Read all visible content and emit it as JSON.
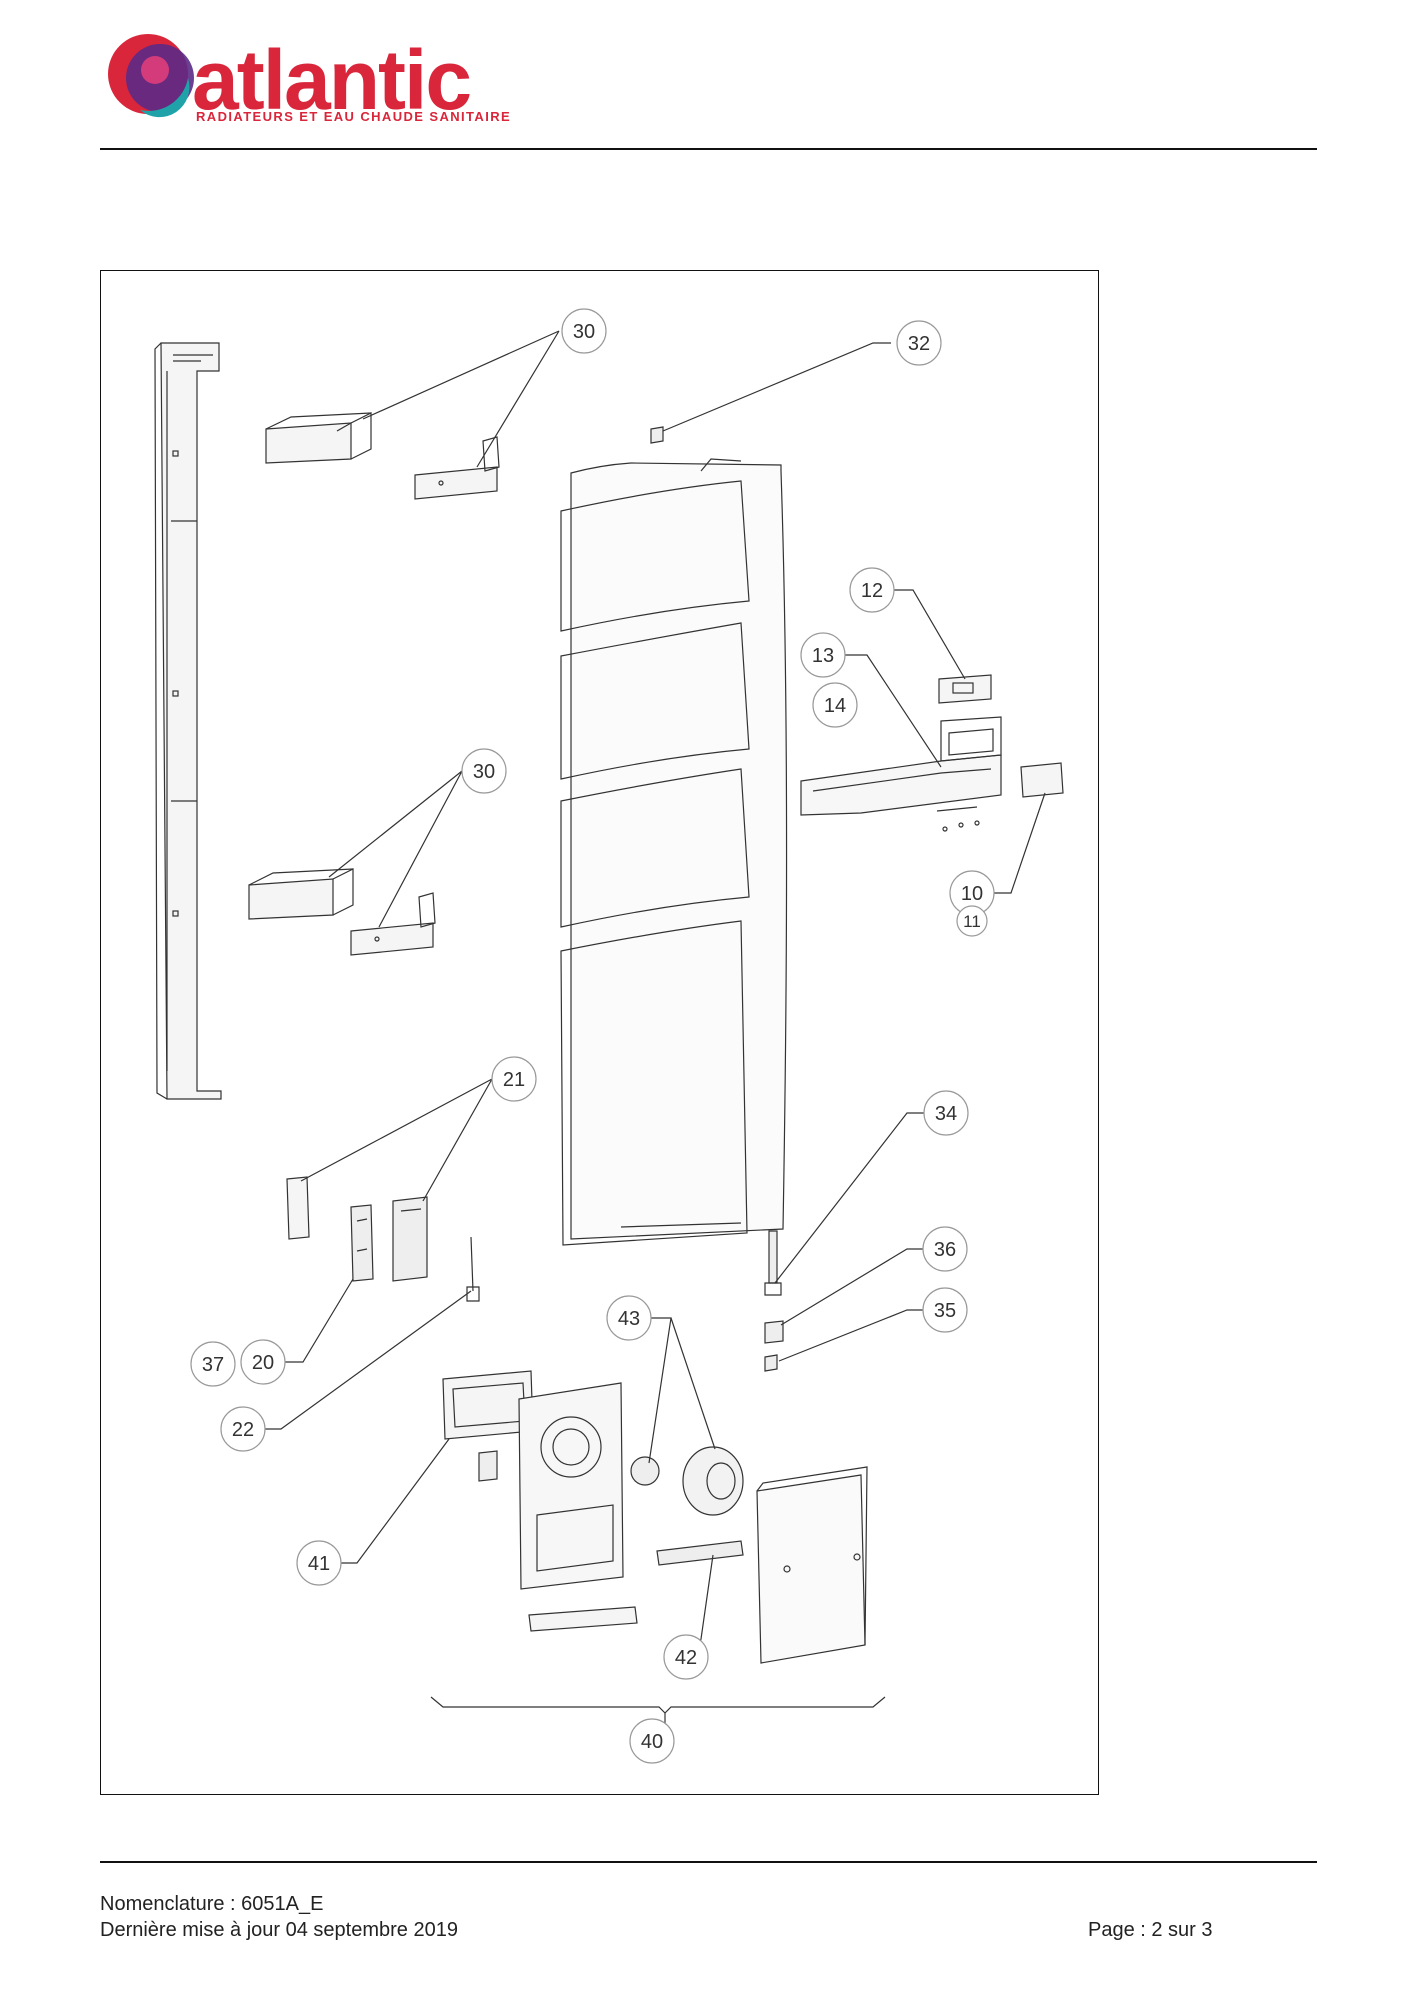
{
  "header": {
    "brand": "atlantic",
    "tagline": "RADIATEURS ET EAU CHAUDE SANITAIRE",
    "colors": {
      "brand_red": "#d9263b",
      "brand_purple": "#5b2a86",
      "brand_teal": "#1fa3a8"
    }
  },
  "callouts": [
    "30",
    "32",
    "12",
    "13",
    "14",
    "30",
    "10",
    "11",
    "21",
    "34",
    "36",
    "35",
    "43",
    "37",
    "20",
    "22",
    "41",
    "42",
    "40"
  ],
  "footer": {
    "nomenclature": "Nomenclature : 6051A_E",
    "updated": "Dernière mise à jour 04 septembre 2019",
    "page": "Page : 2 sur 3"
  }
}
